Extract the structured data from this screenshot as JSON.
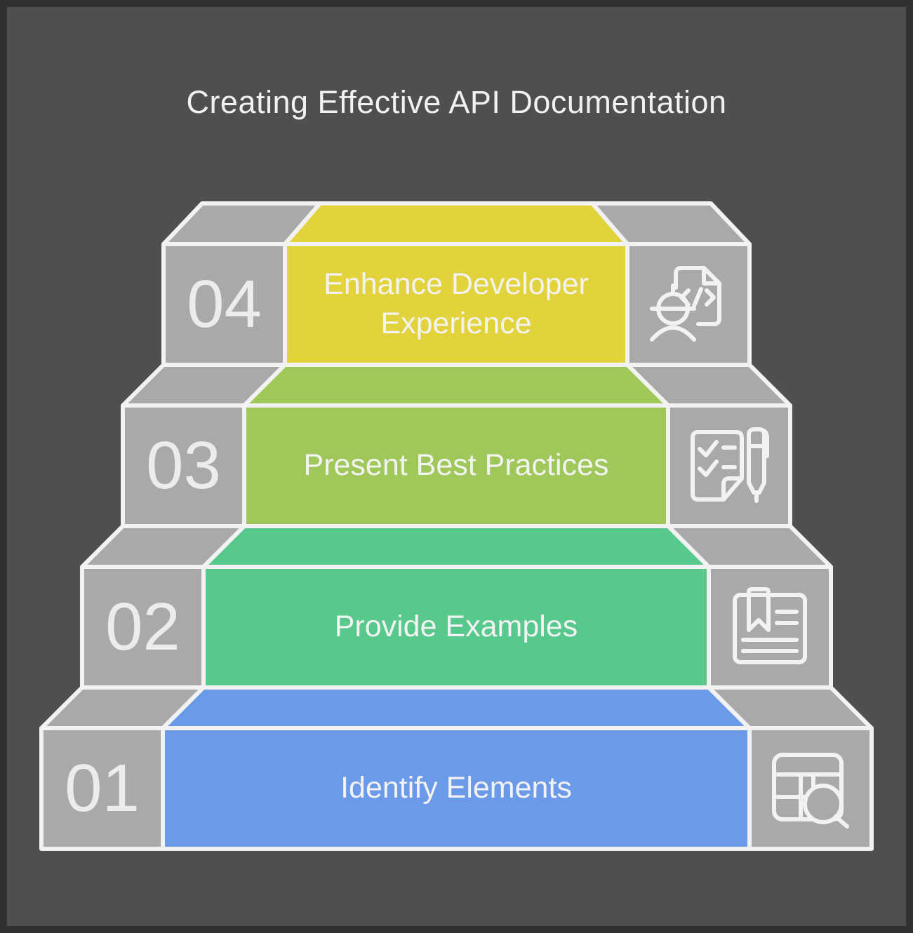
{
  "title": "Creating Effective API Documentation",
  "steps": [
    {
      "number": "01",
      "label": "Identify Elements",
      "band_color": "#6b9ae8",
      "icon": "table-search-icon"
    },
    {
      "number": "02",
      "label": "Provide Examples",
      "band_color": "#57c98d",
      "icon": "book-bookmark-icon"
    },
    {
      "number": "03",
      "label": "Present Best Practices",
      "band_color": "#a0c75a",
      "icon": "checklist-pen-icon"
    },
    {
      "number": "04",
      "label": "Enhance Developer Experience",
      "band_color": "#e2d23c",
      "icon": "developer-code-icon"
    }
  ],
  "colors": {
    "background": "#4f4f4f",
    "frame_border": "#313134",
    "block_gray": "#a9a9a9",
    "outline": "#f2f2f2",
    "text": "#f3f3f3"
  }
}
